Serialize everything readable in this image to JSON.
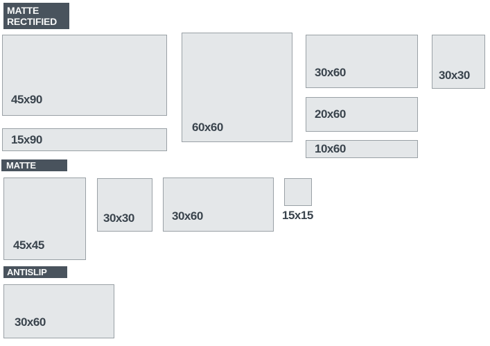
{
  "colors": {
    "header_bg": "#49535d",
    "header_text": "#f7f8f8",
    "tile_fill": "#e4e7e9",
    "tile_border": "#99a0a5",
    "tile_label": "#3a444d",
    "page_bg": "#ffffff"
  },
  "sections": [
    {
      "label": "MATTE RECTIFIED",
      "tiles": [
        {
          "label": "45x90"
        },
        {
          "label": "15x90"
        },
        {
          "label": "60x60"
        },
        {
          "label": "30x60"
        },
        {
          "label": "20x60"
        },
        {
          "label": "10x60"
        },
        {
          "label": "30x30"
        }
      ]
    },
    {
      "label": "MATTE",
      "tiles": [
        {
          "label": "45x45"
        },
        {
          "label": "30x30"
        },
        {
          "label": "30x60"
        },
        {
          "label": "15x15"
        }
      ]
    },
    {
      "label": "ANTISLIP",
      "tiles": [
        {
          "label": "30x60"
        }
      ]
    }
  ]
}
